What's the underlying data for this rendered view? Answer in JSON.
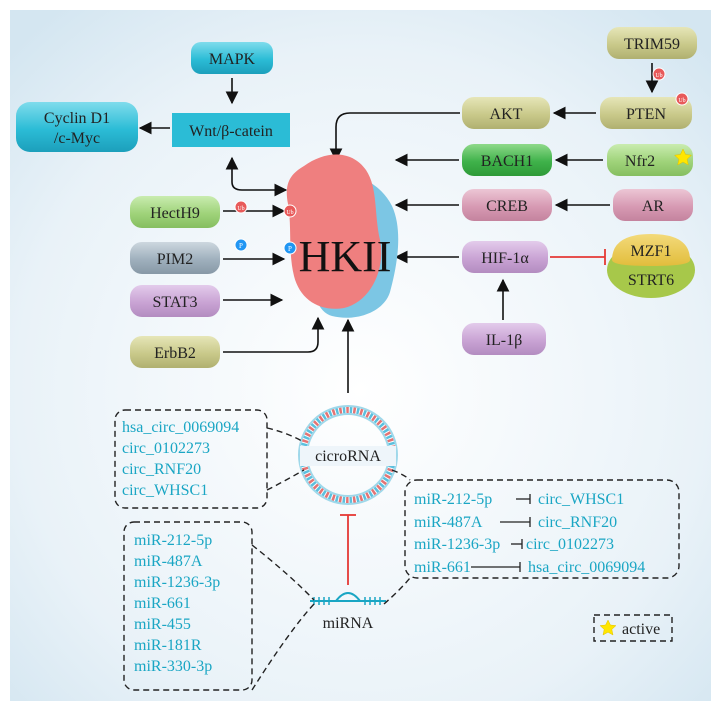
{
  "nodes": {
    "mapk": "MAPK",
    "wnt": "Wnt/β-catein",
    "cyclin_line1": "Cyclin D1",
    "cyclin_line2": "/c-Myc",
    "trim59": "TRIM59",
    "akt": "AKT",
    "pten": "PTEN",
    "bach1": "BACH1",
    "nfr2": "Nfr2",
    "creb": "CREB",
    "ar": "AR",
    "hecth9": "HectH9",
    "pim2": "PIM2",
    "stat3": "STAT3",
    "erbb2": "ErbB2",
    "hif": "HIF-1α",
    "il1b": "IL-1β",
    "mzf1": "MZF1",
    "strt6": "STRT6",
    "hkii": "HKII",
    "circrna": "cicroRNA",
    "mirna": "miRNA"
  },
  "badges": {
    "ub": "Ub",
    "p": "P"
  },
  "circ_list": [
    "hsa_circ_0069094",
    "circ_0102273",
    "circ_RNF20",
    "circ_WHSC1"
  ],
  "mirna_list": [
    "miR-212-5p",
    "miR-487A",
    "miR-1236-3p",
    "miR-661",
    "miR-455",
    "miR-181R",
    "miR-330-3p"
  ],
  "pairs": [
    {
      "mir": "miR-212-5p",
      "circ": "circ_WHSC1"
    },
    {
      "mir": "miR-487A",
      "circ": "circ_RNF20"
    },
    {
      "mir": "miR-1236-3p",
      "circ": "circ_0102273"
    },
    {
      "mir": "miR-661",
      "circ": "hsa_circ_0069094"
    }
  ],
  "legend": {
    "active_label": "active"
  },
  "colors": {
    "cyan": "#2bbcd6",
    "olive": "#c9c98a",
    "green": "#3fb24a",
    "lightgreen": "#9fd37a",
    "pink": "#d79ab3",
    "gray": "#9fb0bd",
    "purple": "#c9a3d4",
    "hkii_red": "#ef7f7f",
    "hkii_blue": "#7cc6e4",
    "inhibit_red": "#e53935",
    "text_cyan": "#1aa6c4"
  }
}
